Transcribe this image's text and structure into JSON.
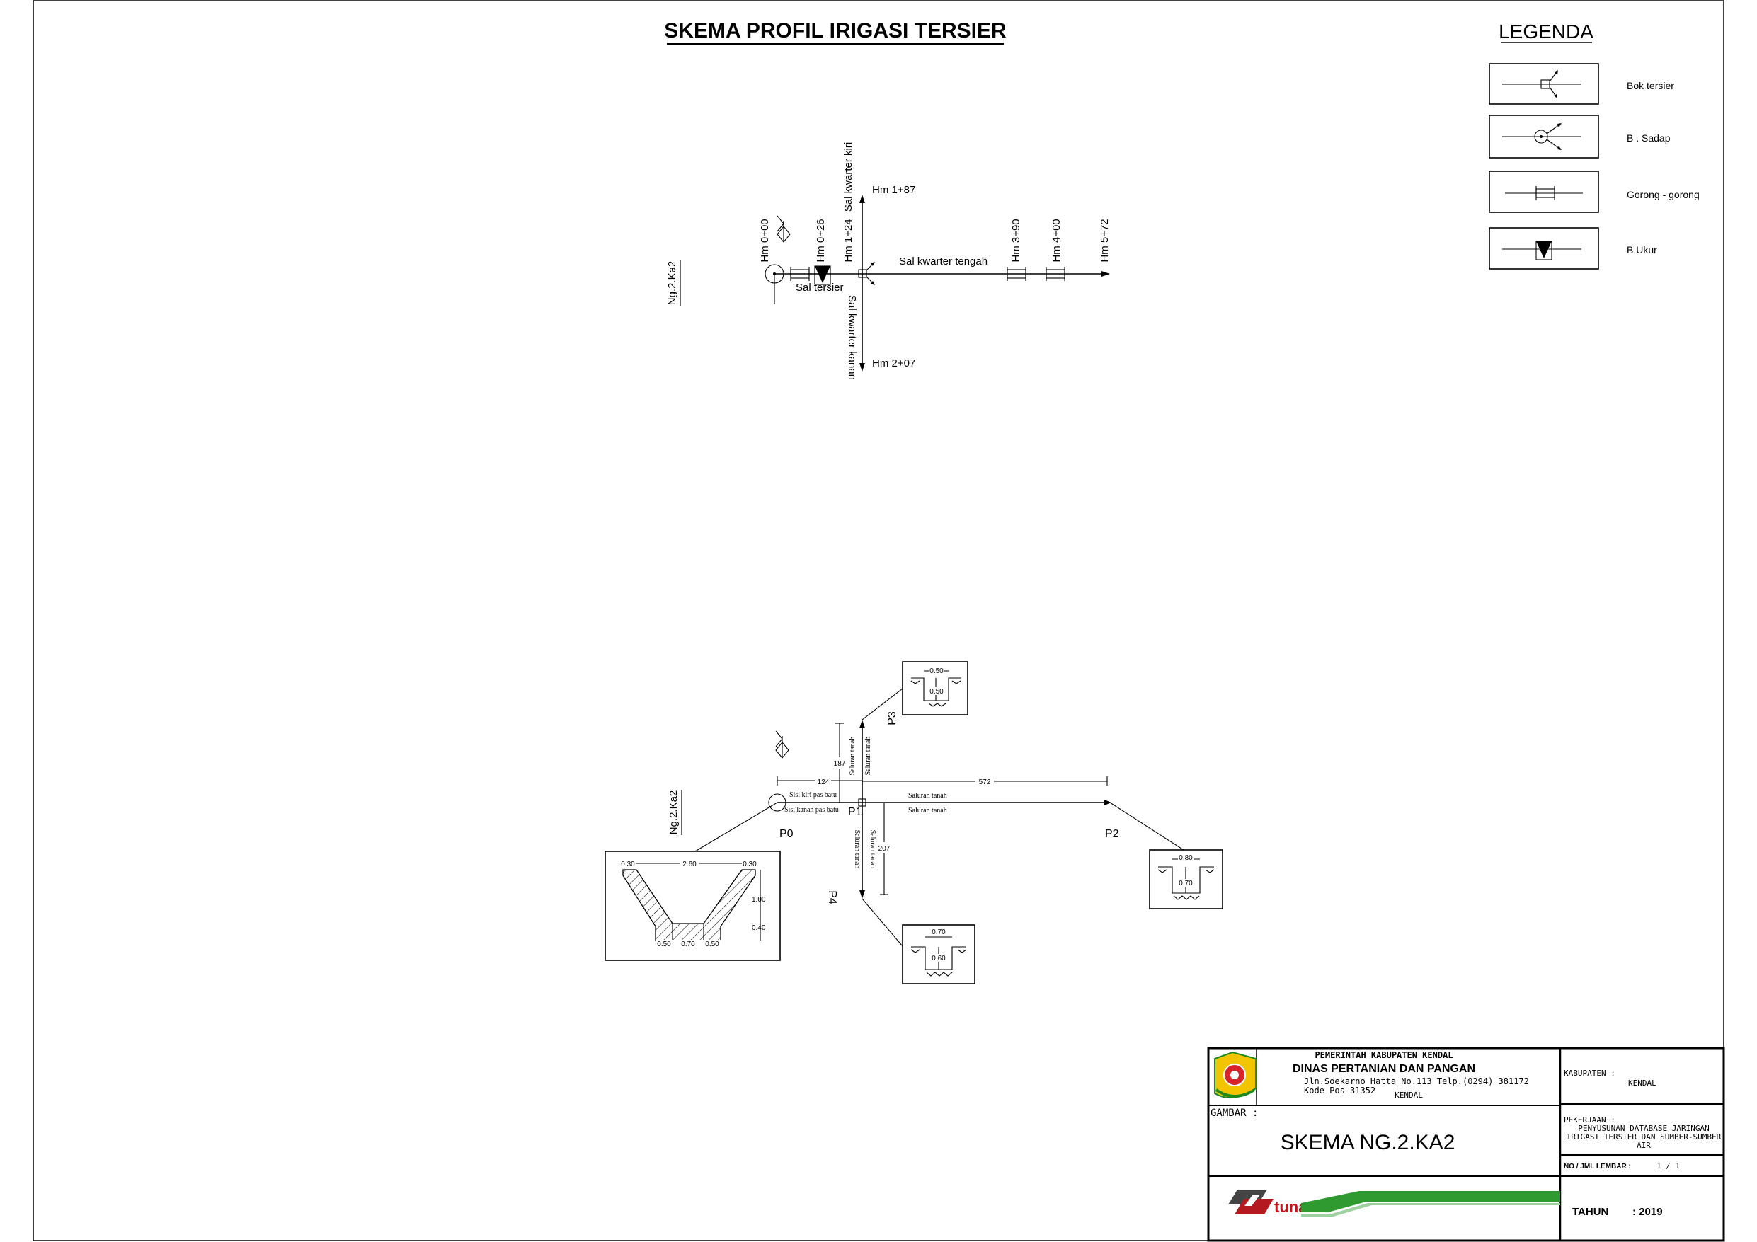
{
  "title": "SKEMA PROFIL IRIGASI TERSIER",
  "legend": {
    "title": "LEGENDA",
    "items": [
      {
        "label": "Bok tersier",
        "icon": "bok-tersier-icon"
      },
      {
        "label": "B . Sadap",
        "icon": "b-sadap-icon"
      },
      {
        "label": "Gorong - gorong",
        "icon": "gorong-gorong-icon"
      },
      {
        "label": "B.Ukur",
        "icon": "b-ukur-icon"
      }
    ]
  },
  "schema": {
    "ng_label": "Ng.2.Ka2",
    "hm_0_00": "Hm 0+00",
    "hm_0_26": "Hm 0+26",
    "hm_1_24": "Hm 1+24",
    "hm_1_87": "Hm 1+87",
    "hm_2_07": "Hm 2+07",
    "hm_3_90": "Hm 3+90",
    "hm_4_00": "Hm 4+00",
    "hm_5_72": "Hm 5+72",
    "sal_kwarter_kiri": "Sal kwarter kiri",
    "sal_kwarter_tengah": "Sal kwarter tengah",
    "sal_kwarter_kanan": "Sal kwarter kanan",
    "sal_tersier": "Sal tersier"
  },
  "profile": {
    "ng_label": "Ng.2.Ka2",
    "points": {
      "p0": "P0",
      "p1": "P1",
      "p2": "P2",
      "p3": "P3",
      "p4": "P4"
    },
    "dist_124": "124",
    "dist_572": "572",
    "dist_187": "187",
    "dist_207": "207",
    "siring_kiri": "Sisi kiri pas batu",
    "siring_kanan": "Sisi kanan pas batu",
    "saluran_tanah": "Saluran tanah",
    "sections": {
      "main": {
        "top_left": "0.30",
        "top_mid": "2.60",
        "top_right": "0.30",
        "h1": "1.00",
        "h2": "0.40",
        "b_left": "0.50",
        "b_mid": "0.70",
        "b_right": "0.50"
      },
      "p3": {
        "w": "0.50",
        "h": "0.50"
      },
      "p2": {
        "w": "0.80",
        "h": "0.70"
      },
      "p4": {
        "w": "0.70",
        "h": "0.60"
      }
    }
  },
  "titleblock": {
    "org1": "PEMERINTAH KABUPATEN KENDAL",
    "org2": "DINAS PERTANIAN DAN PANGAN",
    "address1": "Jln.Soekarno Hatta No.113 Telp.(0294) 381172",
    "address2": "Kode Pos 31352",
    "city": "KENDAL",
    "kabupaten_label": "KABUPATEN :",
    "kabupaten_value": "KENDAL",
    "gambar_label": "GAMBAR :",
    "gambar_value": "SKEMA NG.2.KA2",
    "pekerjaan_label": "PEKERJAAN :",
    "pekerjaan_line1": "PENYUSUNAN DATABASE JARINGAN",
    "pekerjaan_line2": "IRIGASI TERSIER DAN SUMBER-SUMBER",
    "pekerjaan_line3": "AIR",
    "lembar_label": "NO / JML LEMBAR :",
    "lembar_value": "1 / 1",
    "tahun_label": "TAHUN",
    "tahun_value": ": 2019",
    "logo_text": "tunas"
  }
}
